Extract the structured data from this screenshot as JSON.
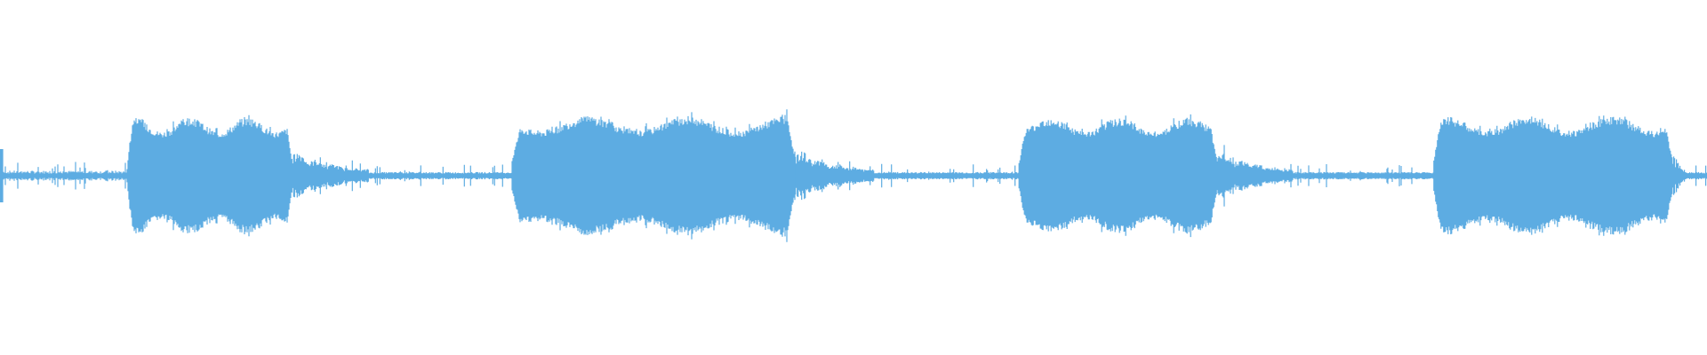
{
  "waveform": {
    "color": "#5DACE2",
    "background": "#FFFFFF",
    "description_free": true,
    "segments": [
      {
        "type": "noise",
        "start": 0.0,
        "end": 0.075,
        "amplitude": 0.07
      },
      {
        "type": "burst",
        "start": 0.075,
        "end": 0.171,
        "amplitude": 0.8
      },
      {
        "type": "tail",
        "start": 0.171,
        "end": 0.3,
        "amplitude": 0.12
      },
      {
        "type": "burst",
        "start": 0.3,
        "end": 0.466,
        "amplitude": 0.82
      },
      {
        "type": "tail",
        "start": 0.466,
        "end": 0.597,
        "amplitude": 0.1
      },
      {
        "type": "burst",
        "start": 0.597,
        "end": 0.713,
        "amplitude": 0.8
      },
      {
        "type": "tail",
        "start": 0.713,
        "end": 0.84,
        "amplitude": 0.1
      },
      {
        "type": "burst",
        "start": 0.84,
        "end": 0.98,
        "amplitude": 0.82
      },
      {
        "type": "tail",
        "start": 0.98,
        "end": 1.0,
        "amplitude": 0.15
      }
    ]
  }
}
